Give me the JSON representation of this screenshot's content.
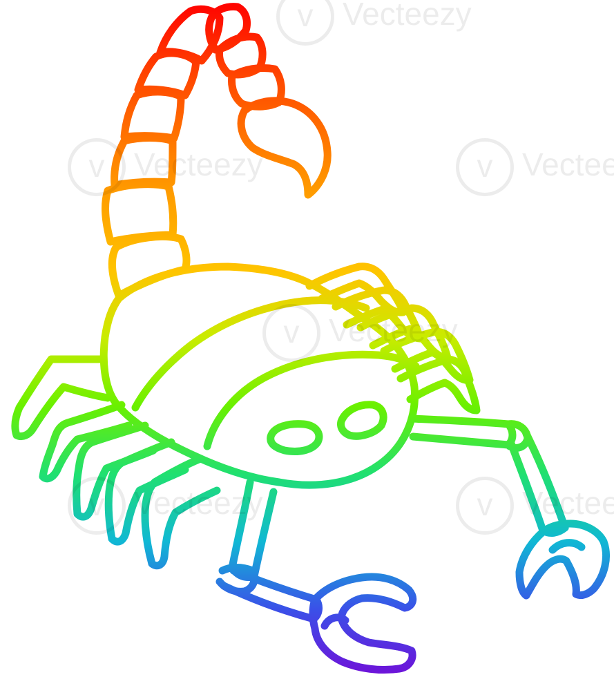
{
  "image": {
    "subject": "cartoon scorpion",
    "style": "rainbow gradient line drawing"
  },
  "watermark": {
    "text": "Vecteezy"
  },
  "colors": {
    "background": "#ffffff",
    "gradient": [
      "#ff0000",
      "#ff8a00",
      "#ffd800",
      "#8ff000",
      "#22e07a",
      "#10b4d8",
      "#3a4ce8",
      "#6a10d8"
    ]
  }
}
